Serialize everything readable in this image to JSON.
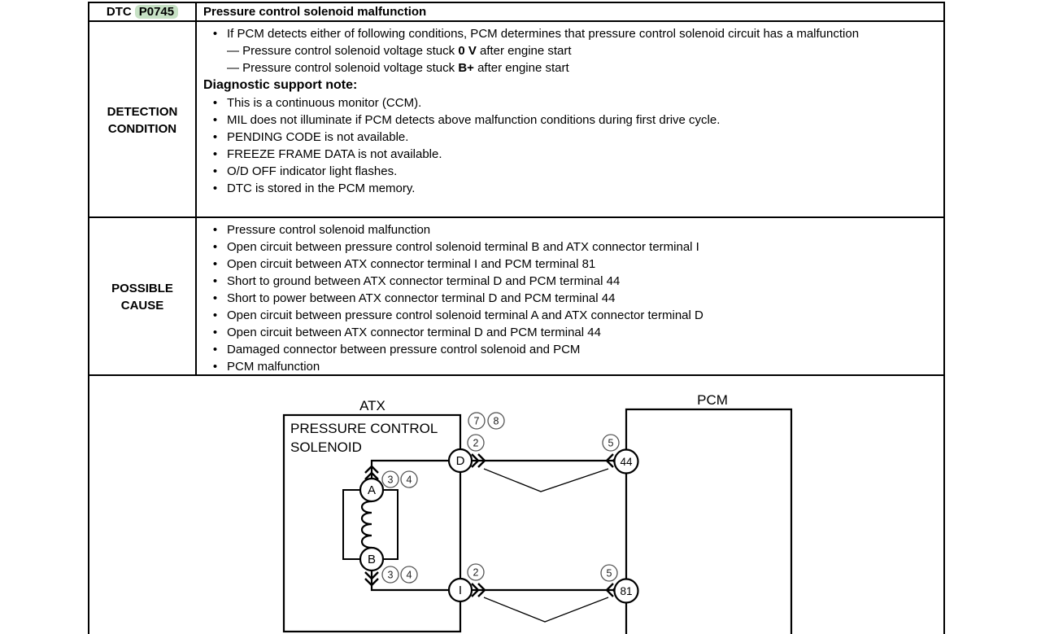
{
  "ui": {
    "bullet_glyph": "•"
  },
  "colors": {
    "highlight_green": "#c7e1c5",
    "line": "#000000",
    "background": "#ffffff"
  },
  "table": {
    "dtc_label": "DTC",
    "dtc_code": "P0745",
    "title": "Pressure control solenoid malfunction",
    "detection": {
      "row_label_line1": "DETECTION",
      "row_label_line2": "CONDITION",
      "bullet1": "If PCM detects either of following conditions, PCM determines that pressure control solenoid circuit has a malfunction",
      "dash1": {
        "pre": "— Pressure control solenoid voltage stuck ",
        "bold": "0 V",
        "post": " after engine start"
      },
      "dash2": {
        "pre": "— Pressure control solenoid voltage stuck ",
        "bold": "B+",
        "post": " after engine start"
      },
      "note_heading": "Diagnostic support note:",
      "notes": [
        "This is a continuous monitor (CCM).",
        "MIL does not illuminate if PCM detects above malfunction conditions during first drive cycle.",
        "PENDING CODE is not available.",
        "FREEZE FRAME DATA is not available.",
        "O/D OFF indicator light flashes.",
        "DTC is stored in the PCM memory."
      ]
    },
    "possible_cause": {
      "row_label_line1": "POSSIBLE",
      "row_label_line2": "CAUSE",
      "causes": [
        "Pressure control solenoid malfunction",
        "Open circuit between pressure control solenoid terminal B and ATX connector terminal I",
        "Open circuit between ATX connector terminal I and PCM terminal 81",
        "Short to ground between ATX connector terminal D and PCM terminal 44",
        "Short to power between ATX connector terminal D and PCM terminal 44",
        "Open circuit between pressure control solenoid terminal A and ATX connector terminal D",
        "Open circuit between ATX connector terminal D and PCM terminal 44",
        "Damaged connector between pressure control solenoid and PCM",
        "PCM malfunction"
      ]
    }
  },
  "diagram": {
    "atx_label": "ATX",
    "pcm_label": "PCM",
    "solenoid_label_line1": "PRESSURE CONTROL",
    "solenoid_label_line2": "SOLENOID",
    "terminals": {
      "a": "A",
      "b": "B",
      "d": "D",
      "i": "I",
      "pcm44": "44",
      "pcm81": "81"
    },
    "badges": {
      "b7": "7",
      "b8": "8",
      "b2_top": "2",
      "b5_top": "5",
      "b3_a": "3",
      "b4_a": "4",
      "b2_bottom": "2",
      "b5_bottom": "5",
      "b3_b": "3",
      "b4_b": "4"
    }
  }
}
